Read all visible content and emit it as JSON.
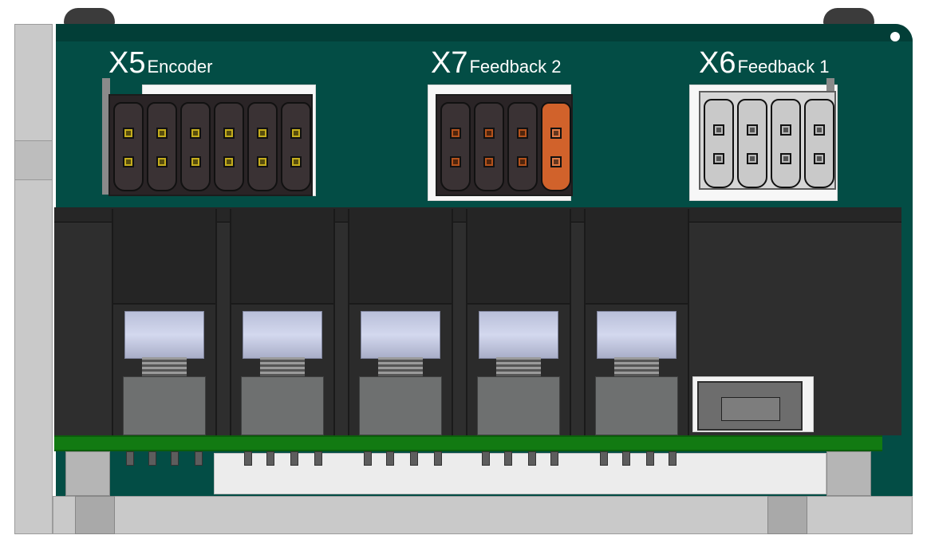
{
  "connectors": [
    {
      "id": "X5",
      "name": "Encoder",
      "pins": 12,
      "color": "#c4ad1d"
    },
    {
      "id": "X7",
      "name": "Feedback 2",
      "pins": 8,
      "color": "#b4521c",
      "highlight_color": "#d1622b"
    },
    {
      "id": "X6",
      "name": "Feedback 1",
      "pins": 8,
      "color": "#b8b8b8"
    }
  ],
  "barrels": 5,
  "colors": {
    "board": "#034d45",
    "pcb": "#127a12",
    "housing": "#2e2e2e",
    "frame": "#c9c9c9"
  }
}
